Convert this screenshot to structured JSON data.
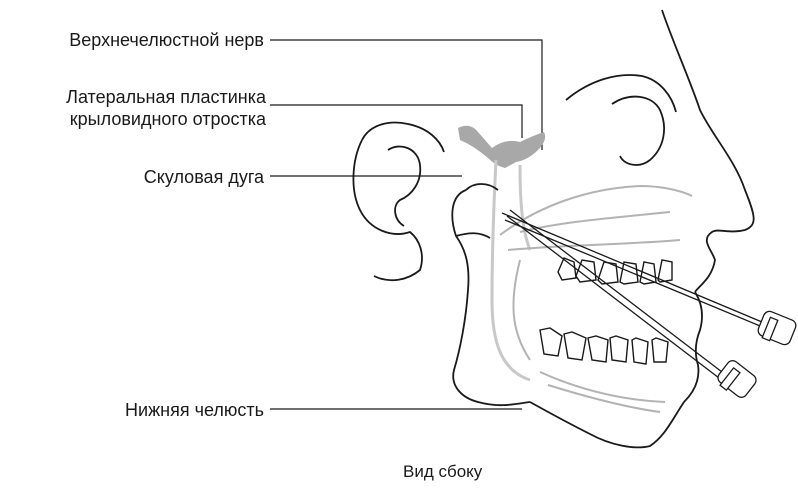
{
  "labels": {
    "maxillary_nerve": "Верхнечелюстной нерв",
    "lateral_plate_line1": "Латеральная пластинка",
    "lateral_plate_line2": "крыловидного отростка",
    "zygomatic_arch": "Скуловая дуга",
    "mandible": "Нижняя челюсть"
  },
  "caption": "Вид сбоку",
  "colors": {
    "outline": "#1a1a1a",
    "bone_gray": "#b3b3b3",
    "nerve_gray": "#c8c8c8",
    "plate_gray": "#a8a8a8"
  }
}
